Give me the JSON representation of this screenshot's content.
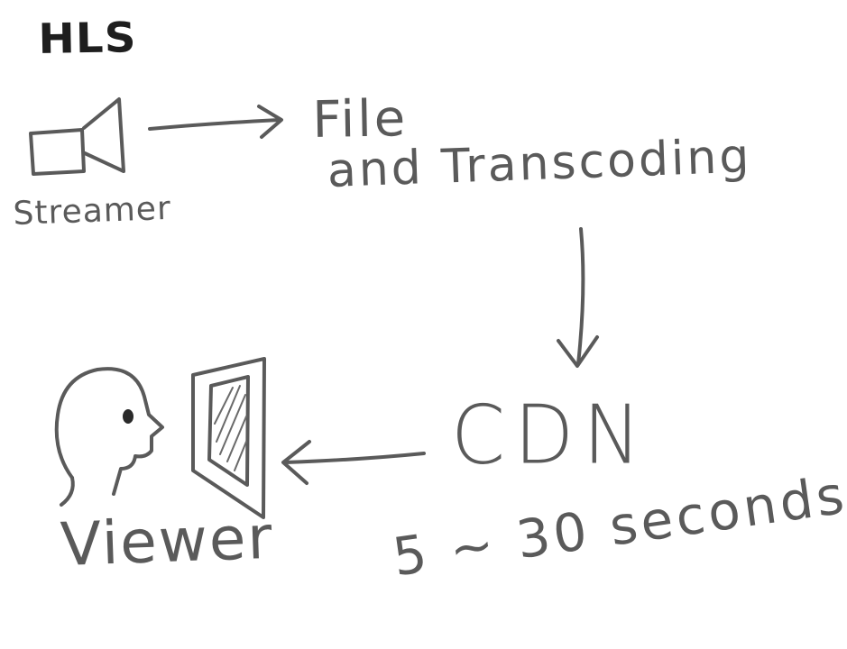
{
  "title": "HLS",
  "nodes": {
    "streamer": "Streamer",
    "file_line1": "File",
    "file_line2": "and Transcoding",
    "cdn": "CDN",
    "viewer": "Viewer"
  },
  "latency": "5 ~ 30 seconds",
  "colors": {
    "ink": "#5a5a5a",
    "title_ink": "#1e1e1e",
    "background": "#ffffff"
  }
}
